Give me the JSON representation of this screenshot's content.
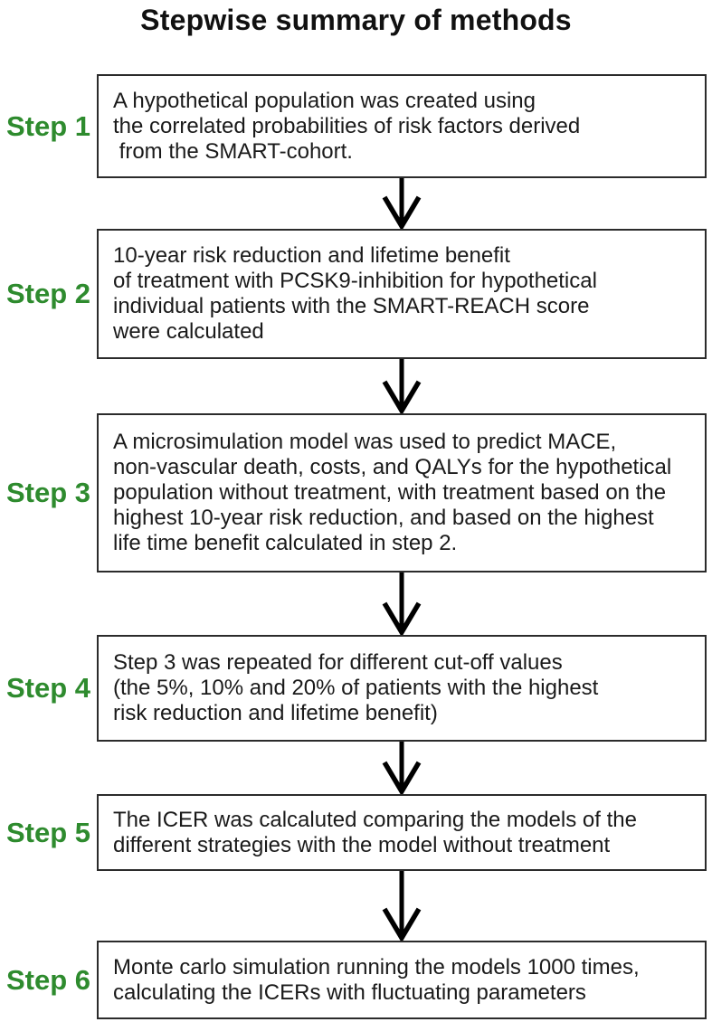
{
  "title": "Stepwise summary of methods",
  "colors": {
    "background": "#ffffff",
    "step_label": "#2e8b2e",
    "box_border": "#2b2b2b",
    "text": "#1a1a1a",
    "arrow": "#000000"
  },
  "steps": [
    {
      "label": "Step 1",
      "text": "A hypothetical population was created using\nthe correlated probabilities of risk factors derived\n from the SMART-cohort."
    },
    {
      "label": "Step 2",
      "text": "10-year risk reduction and lifetime benefit\nof treatment with PCSK9-inhibition for hypothetical\nindividual patients with the SMART-REACH score\nwere calculated"
    },
    {
      "label": "Step 3",
      "text": "A microsimulation model was used to predict MACE,\nnon-vascular death, costs, and QALYs for the hypothetical\npopulation without treatment, with treatment based on the\nhighest 10-year risk reduction, and based on the highest\nlife time benefit calculated in step 2."
    },
    {
      "label": "Step 4",
      "text": "Step 3 was repeated for different cut-off values\n(the 5%, 10% and 20% of patients with the highest\nrisk reduction and lifetime benefit)"
    },
    {
      "label": "Step 5",
      "text": "The ICER was calcaluted comparing the models of the\ndifferent strategies with the model without treatment"
    },
    {
      "label": "Step 6",
      "text": "Monte carlo simulation running the models 1000 times,\ncalculating the ICERs with fluctuating parameters"
    }
  ]
}
